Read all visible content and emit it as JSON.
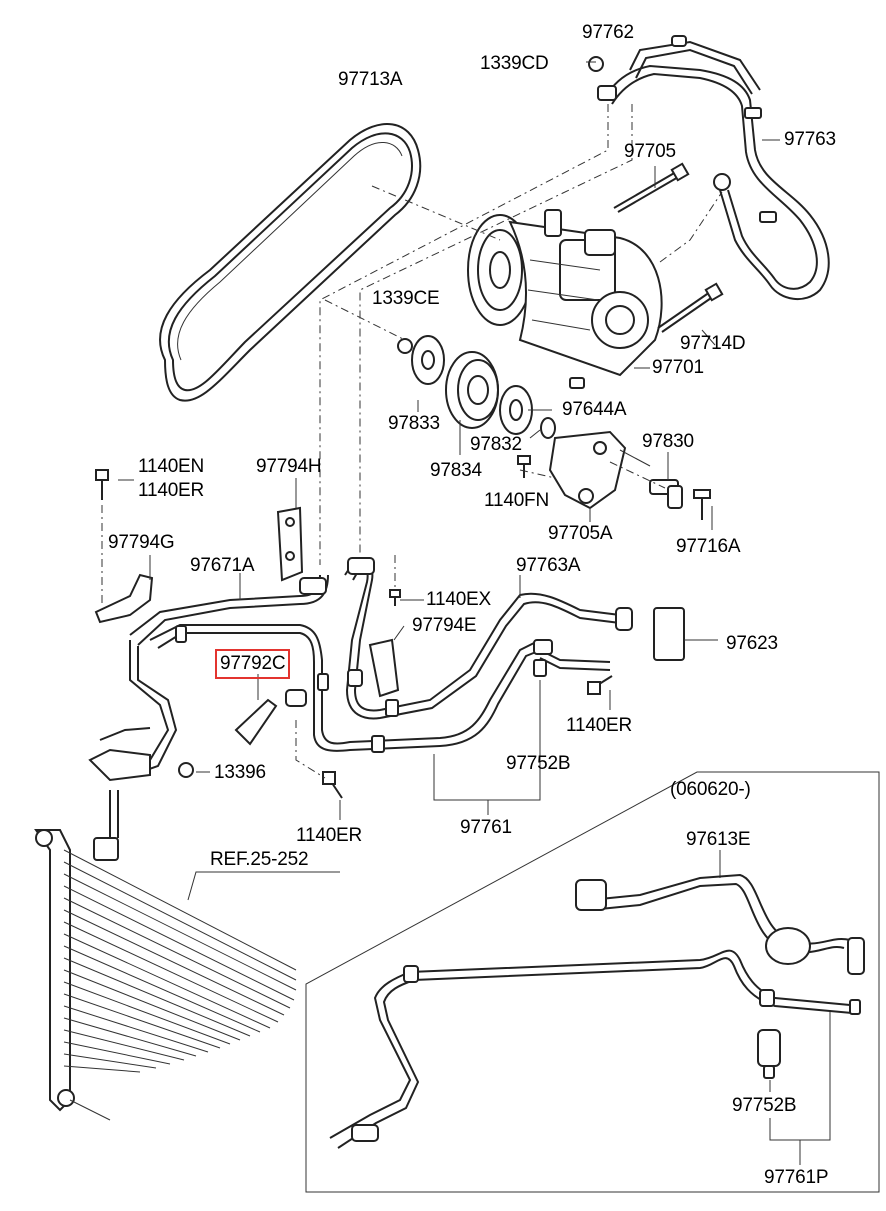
{
  "labels": {
    "l97762": "97762",
    "l1339cd": "1339CD",
    "l97713a": "97713A",
    "l97763": "97763",
    "l97705": "97705",
    "l1339ce": "1339CE",
    "l97714d": "97714D",
    "l97701": "97701",
    "l97833": "97833",
    "l97644a": "97644A",
    "l97832": "97832",
    "l97830": "97830",
    "l97834": "97834",
    "l1140en": "1140EN",
    "l1140er_top": "1140ER",
    "l97794h": "97794H",
    "l1140fn": "1140FN",
    "l97705a": "97705A",
    "l97716a": "97716A",
    "l97794g": "97794G",
    "l97671a": "97671A",
    "l97763a": "97763A",
    "l1140ex": "1140EX",
    "l97794e": "97794E",
    "l97623": "97623",
    "l97792c": "97792C",
    "l1140er_mid": "1140ER",
    "l13396": "13396",
    "l97752b": "97752B",
    "l1140er_low": "1140ER",
    "l97761": "97761",
    "l060620": "(060620-)",
    "l97613e": "97613E",
    "lref": "REF.25-252",
    "l97752b_inset": "97752B",
    "l97761p": "97761P"
  },
  "highlight_color": "#e3342f"
}
